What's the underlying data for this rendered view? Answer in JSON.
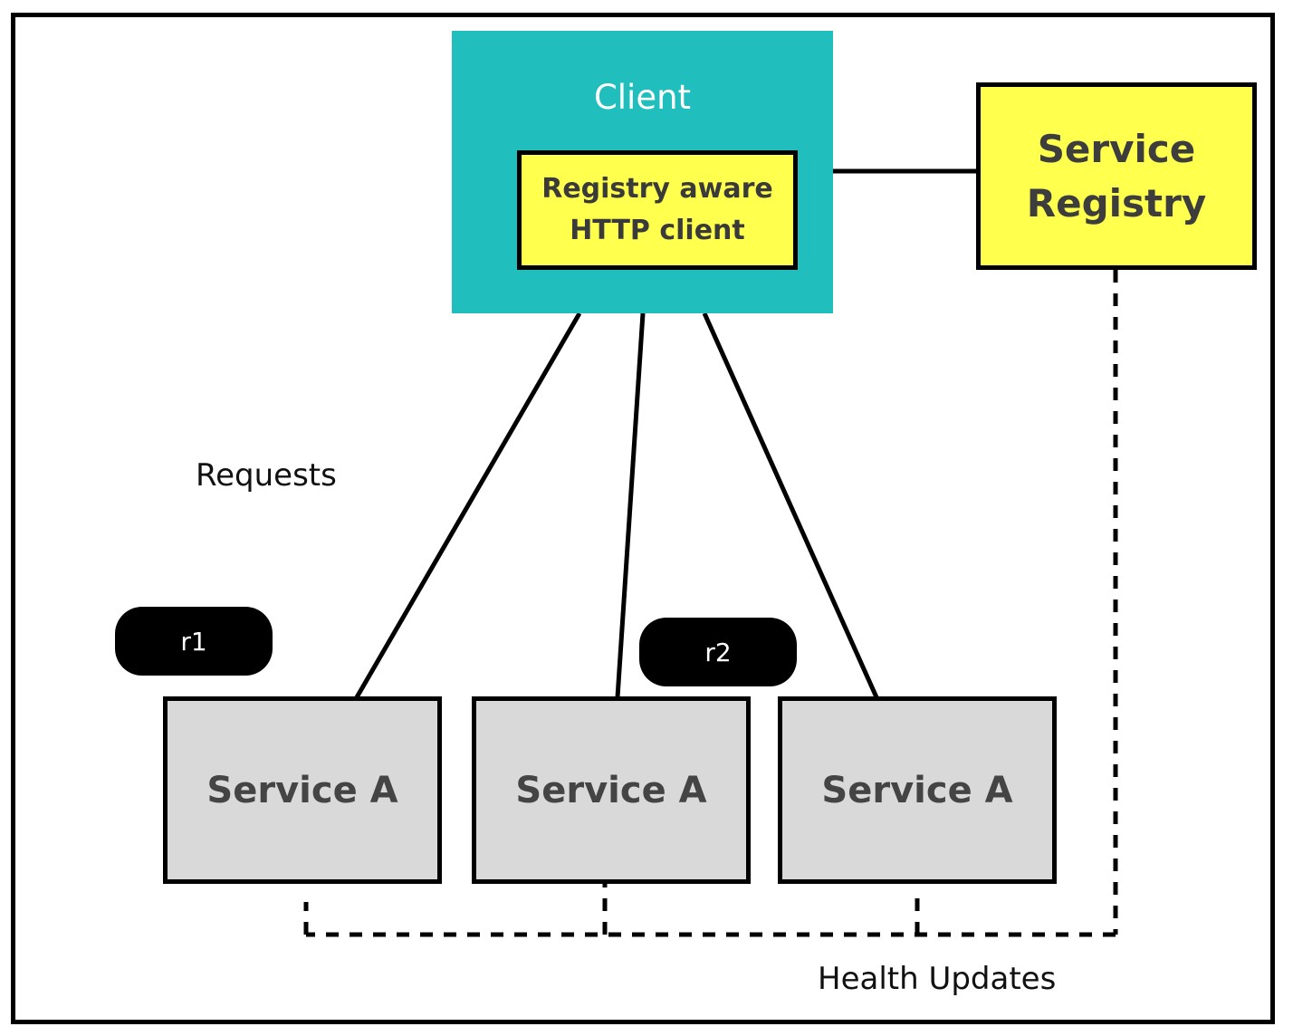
{
  "client": {
    "title": "Client"
  },
  "http_client": {
    "line1": "Registry aware",
    "line2": "HTTP client"
  },
  "registry": {
    "line1": "Service",
    "line2": "Registry"
  },
  "services": [
    {
      "label": "Service A"
    },
    {
      "label": "Service A"
    },
    {
      "label": "Service A"
    }
  ],
  "requests": {
    "label": "Requests",
    "tags": [
      "r1",
      "r2"
    ]
  },
  "health": {
    "label": "Health Updates"
  },
  "colors": {
    "client_bg": "#21bebe",
    "highlight": "#ffff4d",
    "service_bg": "#d9d9d9",
    "tag_bg": "#000000"
  }
}
